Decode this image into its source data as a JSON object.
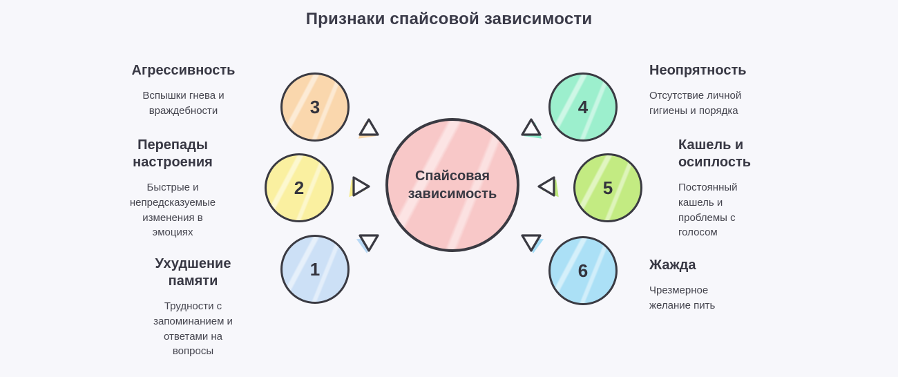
{
  "title": "Признаки спайсовой зависимости",
  "center": {
    "label": "Спайсовая зависимость",
    "color": "#f8c8c8"
  },
  "items": [
    {
      "number": "1",
      "heading": "Ухудшение памяти",
      "description": "Трудности с запоминанием и ответами на вопросы",
      "color": "#cce0f6",
      "arrow_color": "#b9d9f5",
      "arrow": "down",
      "side": "left"
    },
    {
      "number": "2",
      "heading": "Перепады настроения",
      "description": "Быстрые и непредсказуемые изменения в эмоциях",
      "color": "#faf0a0",
      "arrow_color": "#f6ec8a",
      "arrow": "right",
      "side": "left"
    },
    {
      "number": "3",
      "heading": "Агрессивность",
      "description": "Вспышки гнева и враждебности",
      "color": "#fad7ad",
      "arrow_color": "#f9d6a8",
      "arrow": "up",
      "side": "left"
    },
    {
      "number": "4",
      "heading": "Неопрятность",
      "description": "Отсутствие личной гигиены и порядка",
      "color": "#9cefcd",
      "arrow_color": "#8eeccb",
      "arrow": "up",
      "side": "right"
    },
    {
      "number": "5",
      "heading": "Кашель и осиплость",
      "description": "Постоянный кашель и проблемы с голосом",
      "color": "#c3eb82",
      "arrow_color": "#c0ea7e",
      "arrow": "left",
      "side": "right"
    },
    {
      "number": "6",
      "heading": "Жажда",
      "description": "Чрезмерное желание пить",
      "color": "#abe0f6",
      "arrow_color": "#a5ddf6",
      "arrow": "down",
      "side": "right"
    }
  ]
}
